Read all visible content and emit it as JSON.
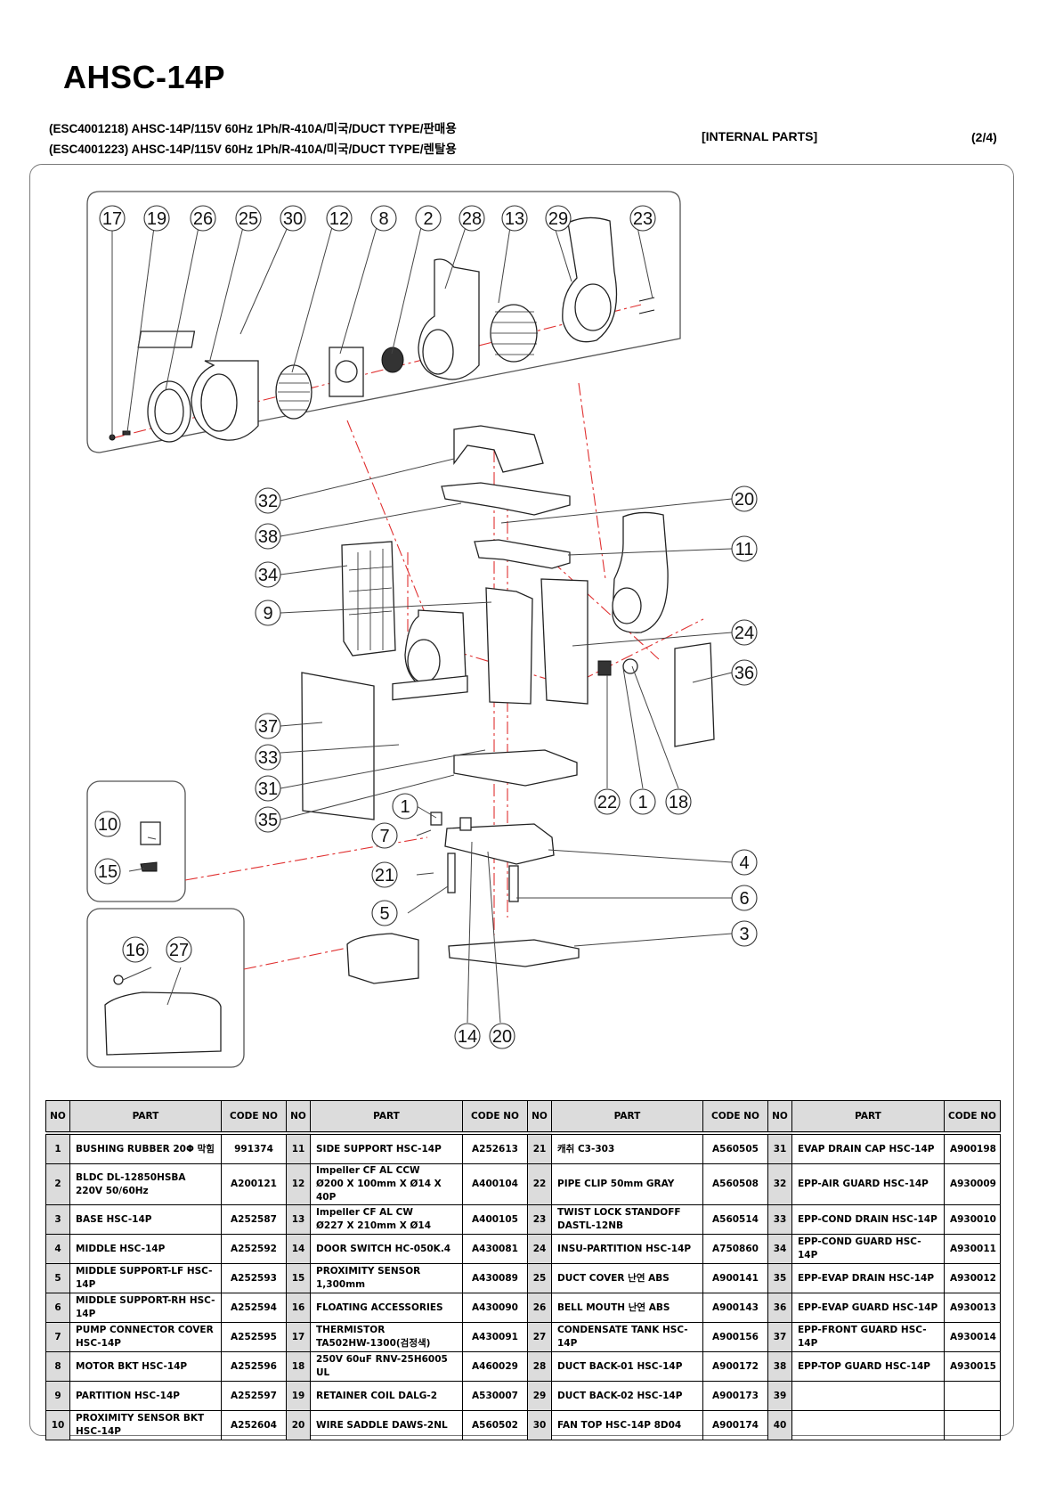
{
  "header": {
    "model_title": "AHSC-14P",
    "subtitle_lines": [
      "(ESC4001218) AHSC-14P/115V 60Hz 1Ph/R-410A/미국/DUCT TYPE/판매용",
      "(ESC4001223) AHSC-14P/115V 60Hz 1Ph/R-410A/미국/DUCT TYPE/렌탈용"
    ],
    "section_label": "[INTERNAL PARTS]",
    "page_indicator": "(2/4)"
  },
  "diagram": {
    "top_group_callouts": [
      "17",
      "19",
      "26",
      "25",
      "30",
      "12",
      "8",
      "2",
      "28",
      "13",
      "29",
      "23"
    ],
    "main_left_callouts": [
      "32",
      "38",
      "34",
      "9",
      "37",
      "33",
      "31",
      "35",
      "1",
      "7",
      "21",
      "5"
    ],
    "main_right_callouts": [
      "20",
      "11",
      "24",
      "36",
      "4",
      "6",
      "3"
    ],
    "bottom_callouts": [
      "22",
      "1",
      "18",
      "14",
      "20"
    ],
    "sensor_box_callouts": [
      "10",
      "15"
    ],
    "tank_box_callouts": [
      "16",
      "27"
    ]
  },
  "table": {
    "headers": [
      "NO",
      "PART",
      "CODE NO",
      "NO",
      "PART",
      "CODE NO",
      "NO",
      "PART",
      "CODE NO",
      "NO",
      "PART",
      "CODE NO"
    ],
    "rows": [
      [
        {
          "no": "1",
          "part": "BUSHING RUBBER 20Φ 막힘",
          "code": "991374"
        },
        {
          "no": "11",
          "part": "SIDE SUPPORT HSC-14P",
          "code": "A252613"
        },
        {
          "no": "21",
          "part": "캐취 C3-303",
          "code": "A560505"
        },
        {
          "no": "31",
          "part": "EVAP DRAIN CAP HSC-14P",
          "code": "A900198"
        }
      ],
      [
        {
          "no": "2",
          "part": "BLDC DL-12850HSBA\n220V 50/60Hz",
          "code": "A200121"
        },
        {
          "no": "12",
          "part": "Impeller CF AL CCW\nØ200 X 100mm X Ø14 X 40P",
          "code": "A400104"
        },
        {
          "no": "22",
          "part": "PIPE CLIP 50mm GRAY",
          "code": "A560508"
        },
        {
          "no": "32",
          "part": "EPP-AIR GUARD HSC-14P",
          "code": "A930009"
        }
      ],
      [
        {
          "no": "3",
          "part": "BASE HSC-14P",
          "code": "A252587"
        },
        {
          "no": "13",
          "part": "Impeller CF AL CW\nØ227 X 210mm X Ø14",
          "code": "A400105"
        },
        {
          "no": "23",
          "part": "TWIST LOCK STANDOFF\nDASTL-12NB",
          "code": "A560514"
        },
        {
          "no": "33",
          "part": "EPP-COND DRAIN HSC-14P",
          "code": "A930010"
        }
      ],
      [
        {
          "no": "4",
          "part": "MIDDLE HSC-14P",
          "code": "A252592"
        },
        {
          "no": "14",
          "part": "DOOR SWITCH HC-050K.4",
          "code": "A430081"
        },
        {
          "no": "24",
          "part": "INSU-PARTITION HSC-14P",
          "code": "A750860"
        },
        {
          "no": "34",
          "part": "EPP-COND GUARD HSC-14P",
          "code": "A930011"
        }
      ],
      [
        {
          "no": "5",
          "part": "MIDDLE SUPPORT-LF HSC-14P",
          "code": "A252593"
        },
        {
          "no": "15",
          "part": "PROXIMITY SENSOR 1,300mm",
          "code": "A430089"
        },
        {
          "no": "25",
          "part": "DUCT COVER 난연 ABS",
          "code": "A900141"
        },
        {
          "no": "35",
          "part": "EPP-EVAP DRAIN HSC-14P",
          "code": "A930012"
        }
      ],
      [
        {
          "no": "6",
          "part": "MIDDLE SUPPORT-RH HSC-14P",
          "code": "A252594"
        },
        {
          "no": "16",
          "part": "FLOATING ACCESSORIES",
          "code": "A430090"
        },
        {
          "no": "26",
          "part": "BELL MOUTH 난연 ABS",
          "code": "A900143"
        },
        {
          "no": "36",
          "part": "EPP-EVAP GUARD HSC-14P",
          "code": "A930013"
        }
      ],
      [
        {
          "no": "7",
          "part": "PUMP CONNECTOR COVER\nHSC-14P",
          "code": "A252595"
        },
        {
          "no": "17",
          "part": "THERMISTOR\nTA502HW-1300(검정색)",
          "code": "A430091"
        },
        {
          "no": "27",
          "part": "CONDENSATE TANK HSC-14P",
          "code": "A900156"
        },
        {
          "no": "37",
          "part": "EPP-FRONT GUARD HSC-14P",
          "code": "A930014"
        }
      ],
      [
        {
          "no": "8",
          "part": "MOTOR BKT HSC-14P",
          "code": "A252596"
        },
        {
          "no": "18",
          "part": "250V 60uF RNV-25H6005 UL",
          "code": "A460029"
        },
        {
          "no": "28",
          "part": "DUCT BACK-01 HSC-14P",
          "code": "A900172"
        },
        {
          "no": "38",
          "part": "EPP-TOP GUARD HSC-14P",
          "code": "A930015"
        }
      ],
      [
        {
          "no": "9",
          "part": "PARTITION HSC-14P",
          "code": "A252597"
        },
        {
          "no": "19",
          "part": "RETAINER COIL DALG-2",
          "code": "A530007"
        },
        {
          "no": "29",
          "part": "DUCT BACK-02 HSC-14P",
          "code": "A900173"
        },
        {
          "no": "39",
          "part": "",
          "code": ""
        }
      ],
      [
        {
          "no": "10",
          "part": "PROXIMITY SENSOR BKT\nHSC-14P",
          "code": "A252604"
        },
        {
          "no": "20",
          "part": "WIRE SADDLE DAWS-2NL",
          "code": "A560502"
        },
        {
          "no": "30",
          "part": "FAN TOP HSC-14P 8D04",
          "code": "A900174"
        },
        {
          "no": "40",
          "part": "",
          "code": ""
        }
      ]
    ]
  }
}
